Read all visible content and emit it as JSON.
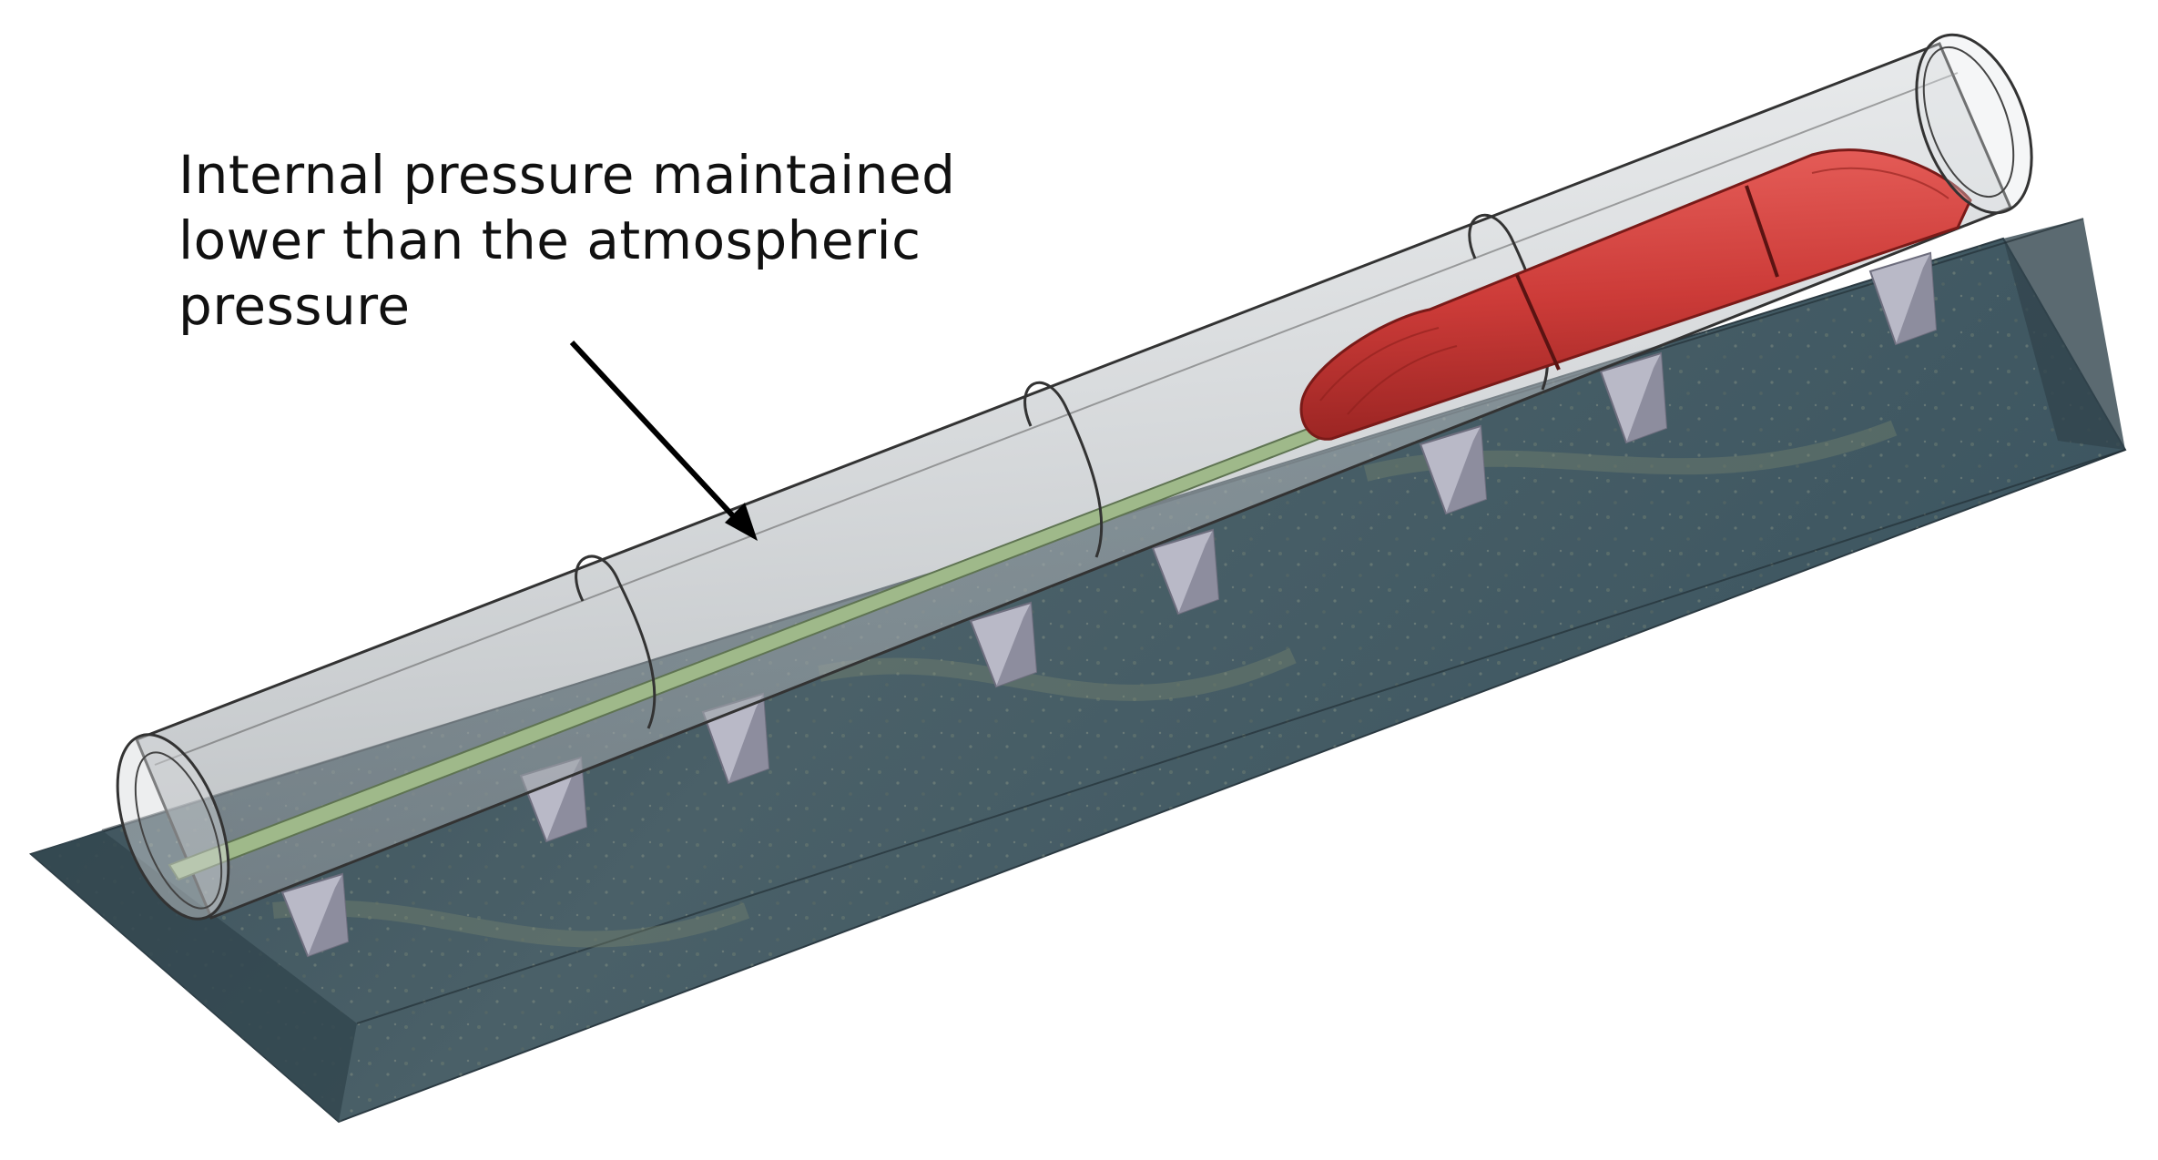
{
  "annotation": {
    "lines": [
      "Internal pressure maintained",
      "lower than the atmospheric",
      "pressure"
    ]
  },
  "illustration": {
    "subject": "hyperloop-tube-with-capsule",
    "colors": {
      "ground": "#3f5560",
      "ground_edge": "#2b3a42",
      "tube_outline": "#333333",
      "tube_fill": "#c9cdd0",
      "track": "#9fb98a",
      "capsule": "#cc3b38",
      "capsule_dark": "#8e1f1d",
      "pylon": "#b9b9c7",
      "pylon_dark": "#8d8d9e",
      "arrow": "#000000"
    }
  }
}
